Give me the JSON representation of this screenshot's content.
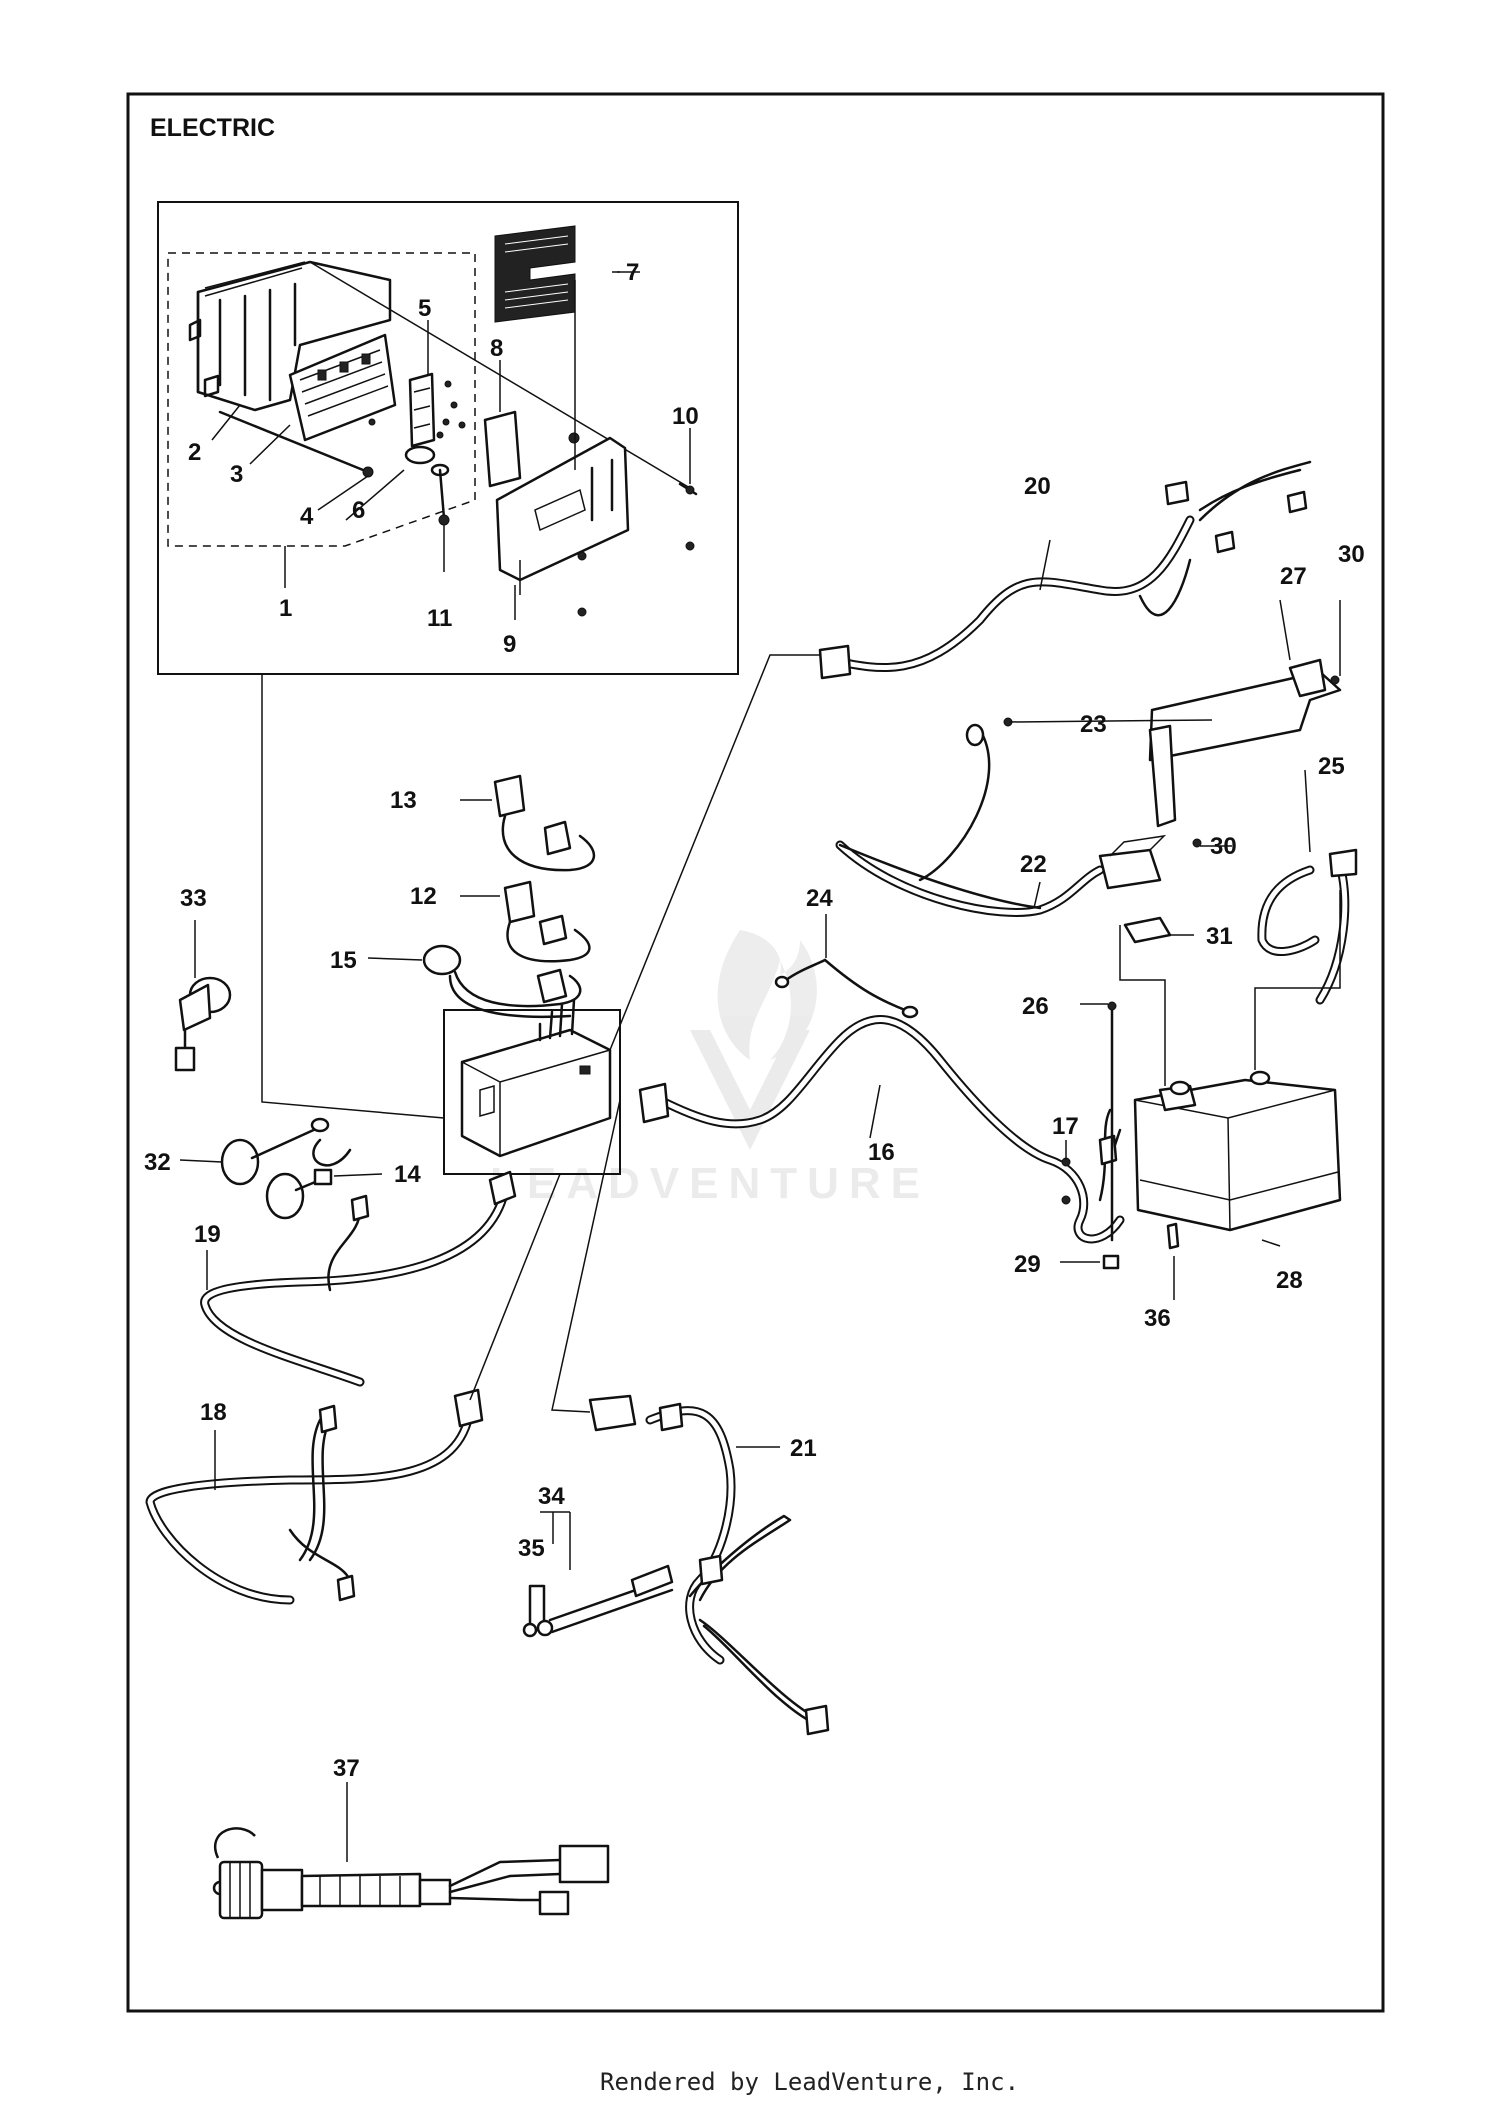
{
  "title": "ELECTRIC",
  "footer": "Rendered by LeadVenture, Inc.",
  "watermark": "LEADVENTURE",
  "callouts": {
    "c1": "1",
    "c2": "2",
    "c3": "3",
    "c4": "4",
    "c5": "5",
    "c6": "6",
    "c7": "7",
    "c8": "8",
    "c9": "9",
    "c10": "10",
    "c11": "11",
    "c12": "12",
    "c13": "13",
    "c14": "14",
    "c15": "15",
    "c16": "16",
    "c17": "17",
    "c18": "18",
    "c19": "19",
    "c20": "20",
    "c21": "21",
    "c22": "22",
    "c23": "23",
    "c24": "24",
    "c25": "25",
    "c26": "26",
    "c27": "27",
    "c28": "28",
    "c29": "29",
    "c30a": "30",
    "c30b": "30",
    "c31": "31",
    "c32": "32",
    "c33": "33",
    "c34": "34",
    "c35": "35",
    "c36": "36",
    "c37": "37"
  }
}
